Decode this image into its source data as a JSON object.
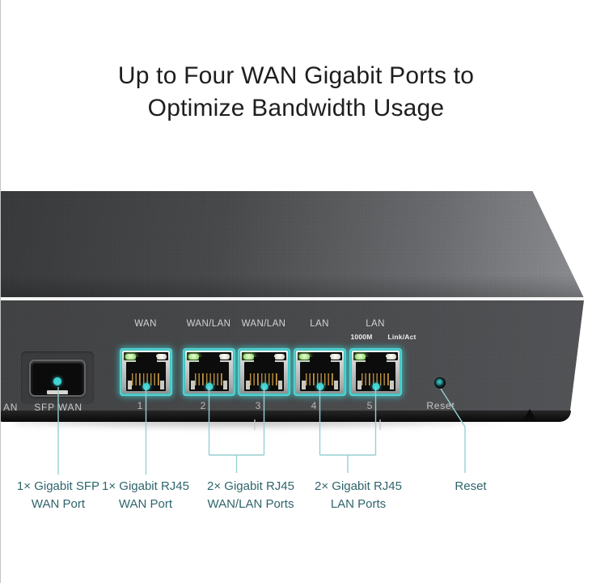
{
  "title": {
    "line1": "Up to Four WAN Gigabit Ports to",
    "line2": "Optimize Bandwidth Usage"
  },
  "device": {
    "port_labels": [
      "WAN",
      "WAN/LAN",
      "WAN/LAN",
      "LAN",
      "LAN"
    ],
    "port_numbers": [
      "1",
      "2",
      "3",
      "4",
      "5"
    ],
    "led_headers": {
      "speed": "1000M",
      "activity": "Link/Act"
    },
    "sfp_label": "SFP WAN",
    "edge_partial_label": "AN",
    "reset_label": "Reset"
  },
  "annotations": [
    {
      "line1": "1× Gigabit SFP",
      "line2": "WAN Port"
    },
    {
      "line1": "1× Gigabit RJ45",
      "line2": "WAN Port"
    },
    {
      "line1": "2× Gigabit RJ45",
      "line2": "WAN/LAN Ports"
    },
    {
      "line1": "2× Gigabit RJ45",
      "line2": "LAN Ports"
    },
    {
      "line1": "Reset",
      "line2": ""
    }
  ],
  "colors": {
    "accent_teal": "#3cc7c7",
    "annotation_text": "#2e656b",
    "callout_line": "#97cfd2",
    "panel_label": "#d3d4d4",
    "title_text": "#1e1e1e"
  }
}
